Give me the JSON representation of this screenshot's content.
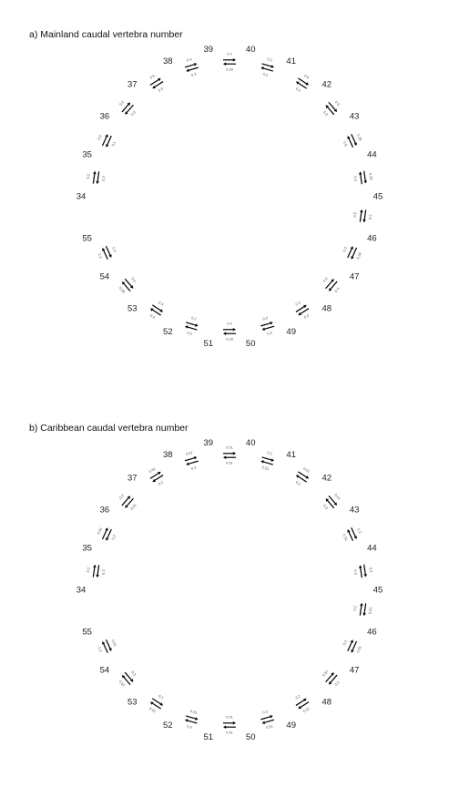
{
  "panels": [
    {
      "id": "a",
      "title": "a) Mainland caudal vertebra number",
      "transitions": [
        {
          "from": "34",
          "to": "35",
          "up": "0.2",
          "down": "0.3"
        },
        {
          "from": "35",
          "to": "36",
          "up": "0.5",
          "down": "0.1"
        },
        {
          "from": "36",
          "to": "37",
          "up": "0.2",
          "down": "0.5"
        },
        {
          "from": "37",
          "to": "38",
          "up": "0.6",
          "down": "0.3"
        },
        {
          "from": "38",
          "to": "39",
          "up": "0.4",
          "down": "0.3"
        },
        {
          "from": "39",
          "to": "40",
          "up": "0.4",
          "down": "0.28"
        },
        {
          "from": "40",
          "to": "41",
          "up": "0.2",
          "down": "0.2"
        },
        {
          "from": "41",
          "to": "42",
          "up": "0.6",
          "down": "0.2"
        },
        {
          "from": "42",
          "to": "43",
          "up": "0.5",
          "down": "0.3"
        },
        {
          "from": "43",
          "to": "44",
          "up": "0.28",
          "down": "0.6"
        },
        {
          "from": "44",
          "to": "45",
          "up": "0.28",
          "down": "0.3"
        },
        {
          "from": "45",
          "to": "46",
          "up": "0.2",
          "down": "0.5"
        },
        {
          "from": "46",
          "to": "47",
          "up": "0.28",
          "down": "0.3"
        },
        {
          "from": "47",
          "to": "48",
          "up": "0.3",
          "down": "0.4"
        },
        {
          "from": "48",
          "to": "49",
          "up": "0.4",
          "down": "0.3"
        },
        {
          "from": "49",
          "to": "50",
          "up": "0.3",
          "down": "0.6"
        },
        {
          "from": "50",
          "to": "51",
          "up": "0.28",
          "down": "0.4"
        },
        {
          "from": "51",
          "to": "52",
          "up": "0.5",
          "down": "0.2"
        },
        {
          "from": "52",
          "to": "53",
          "up": "0.4",
          "down": "0.3"
        },
        {
          "from": "53",
          "to": "54",
          "up": "0.28",
          "down": "0.5"
        },
        {
          "from": "54",
          "to": "55",
          "up": "0.4",
          "down": "0.3"
        }
      ]
    },
    {
      "id": "b",
      "title": "b) Caribbean caudal vertebra number",
      "transitions": [
        {
          "from": "34",
          "to": "35",
          "up": "0.2",
          "down": "0.3"
        },
        {
          "from": "35",
          "to": "36",
          "up": "0.51",
          "down": "0.3"
        },
        {
          "from": "36",
          "to": "37",
          "up": "0.2",
          "down": "0.51"
        },
        {
          "from": "37",
          "to": "38",
          "up": "0.51",
          "down": "0.2"
        },
        {
          "from": "38",
          "to": "39",
          "up": "0.51",
          "down": "0.3"
        },
        {
          "from": "39",
          "to": "40",
          "up": "0.51",
          "down": "0.51"
        },
        {
          "from": "40",
          "to": "41",
          "up": "0.2",
          "down": "0.51"
        },
        {
          "from": "41",
          "to": "42",
          "up": "0.51",
          "down": "0.2"
        },
        {
          "from": "42",
          "to": "43",
          "up": "0.51",
          "down": "0.3"
        },
        {
          "from": "43",
          "to": "44",
          "up": "0.2",
          "down": "0.51"
        },
        {
          "from": "44",
          "to": "45",
          "up": "0.2",
          "down": "0.3"
        },
        {
          "from": "45",
          "to": "46",
          "up": "0.51",
          "down": "0.2"
        },
        {
          "from": "46",
          "to": "47",
          "up": "0.51",
          "down": "0.3"
        },
        {
          "from": "47",
          "to": "48",
          "up": "0.2",
          "down": "0.51"
        },
        {
          "from": "48",
          "to": "49",
          "up": "0.51",
          "down": "0.2"
        },
        {
          "from": "49",
          "to": "50",
          "up": "0.51",
          "down": "0.3"
        },
        {
          "from": "50",
          "to": "51",
          "up": "0.51",
          "down": "0.51"
        },
        {
          "from": "51",
          "to": "52",
          "up": "0.2",
          "down": "0.51"
        },
        {
          "from": "52",
          "to": "53",
          "up": "0.51",
          "down": "0.2"
        },
        {
          "from": "53",
          "to": "54",
          "up": "0.51",
          "down": "0.3"
        },
        {
          "from": "54",
          "to": "55",
          "up": "0.2",
          "down": "0.51"
        }
      ]
    }
  ],
  "states": [
    "34",
    "35",
    "36",
    "37",
    "38",
    "39",
    "40",
    "41",
    "42",
    "43",
    "44",
    "45",
    "46",
    "47",
    "48",
    "49",
    "50",
    "51",
    "52",
    "53",
    "54",
    "55"
  ]
}
